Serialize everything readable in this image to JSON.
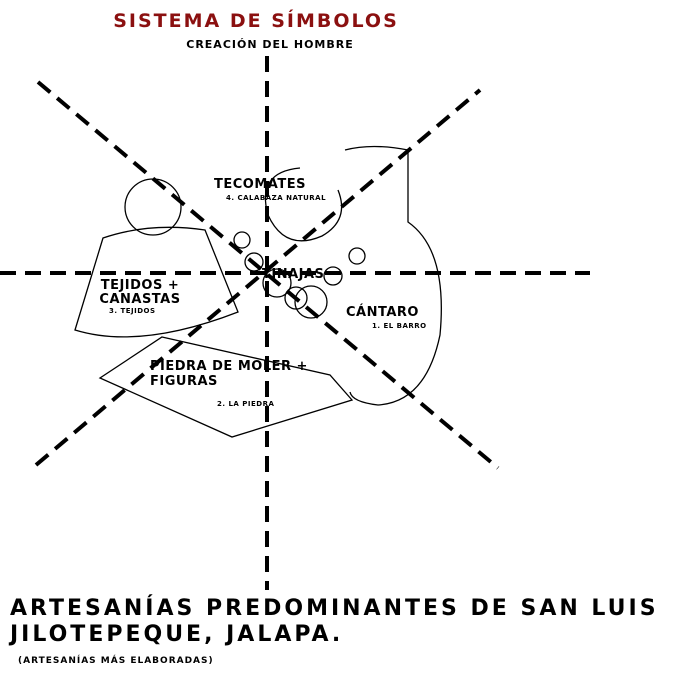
{
  "title": "Sistema de Símbolos",
  "subtitle": "Creación del Hombre",
  "colors": {
    "title": "#8b1010",
    "ink": "#000000"
  },
  "center_label": "Tinajas",
  "nodes": [
    {
      "label": "Tecomates",
      "sublabel": "4. Calabaza natural"
    },
    {
      "label": "Tejidos + Canastas",
      "sublabel": "3. Tejidos"
    },
    {
      "label": "Cántaro",
      "sublabel": "1. El barro"
    },
    {
      "label": "Piedra de moler + Figuras",
      "sublabel": "2. La piedra"
    }
  ],
  "footer": {
    "title": "Artesanías predominantes de San Luis Jilotepeque, Jalapa.",
    "note": "(Artesanías más elaboradas)"
  }
}
